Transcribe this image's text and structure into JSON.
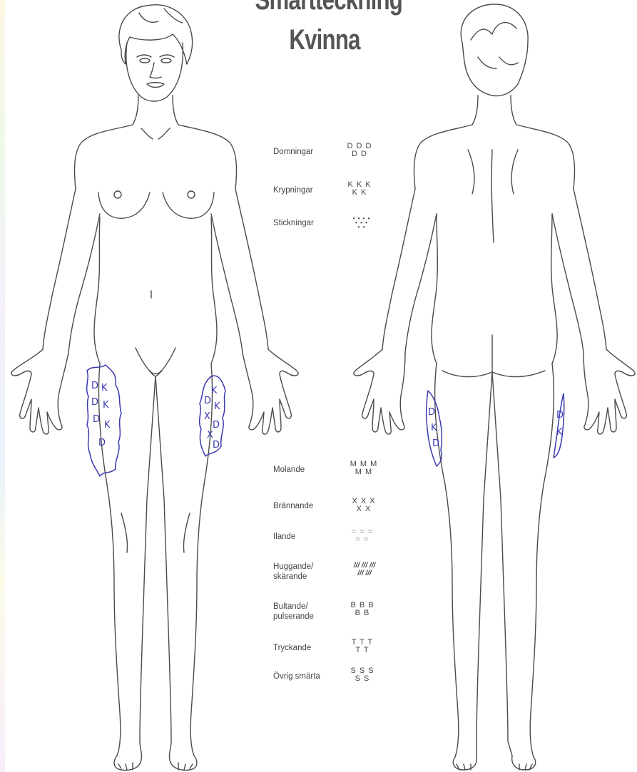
{
  "title": {
    "line1": "Smärtteckning",
    "line2": "Kvinna"
  },
  "legend_top": [
    {
      "label": "Domningar",
      "symbol": "D D D\nD D"
    },
    {
      "label": "Krypningar",
      "symbol": "K K K\nK K"
    },
    {
      "label": "Stickningar",
      "symbol": "• • • •\n• • •\n• •"
    }
  ],
  "legend_bottom": [
    {
      "label": "Molande",
      "symbol": "M M M\nM M"
    },
    {
      "label": "Brännande",
      "symbol": "X X X\nX X"
    },
    {
      "label": "Ilande",
      "symbol": "= = =\n= ="
    },
    {
      "label": "Huggande/\nskärande",
      "symbol": "/// /// ///\n/// ///"
    },
    {
      "label": "Bultande/\npulserande",
      "symbol": "B B B\nB B"
    },
    {
      "label": "Tryckande",
      "symbol": "T T T\nT T"
    },
    {
      "label": "Övrig smärta",
      "symbol": "S S S\nS S"
    }
  ],
  "markings": {
    "front_right_thigh": [
      "D",
      "K",
      "D",
      "K",
      "D",
      "K",
      "D"
    ],
    "front_left_thigh": [
      "K",
      "D",
      "K",
      "X",
      "D",
      "X",
      "D"
    ],
    "back_left_thigh": [
      "D",
      "K",
      "D"
    ],
    "back_right_thigh": [
      "D",
      "K"
    ]
  }
}
